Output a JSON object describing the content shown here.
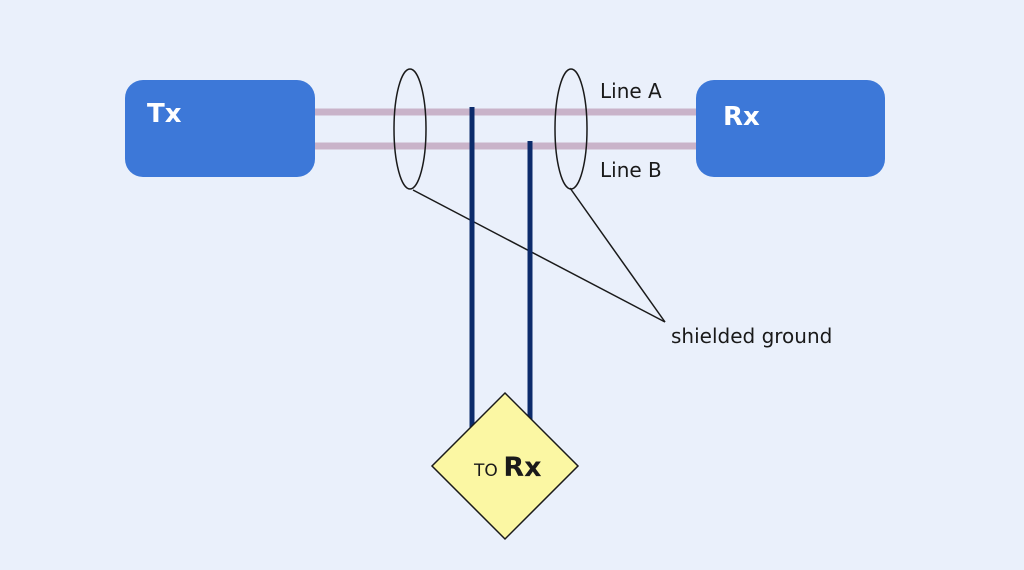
{
  "diagram": {
    "tx_box": {
      "label": "Tx"
    },
    "rx_box": {
      "label": "Rx"
    },
    "line_a": {
      "label": "Line A"
    },
    "line_b": {
      "label": "Line B"
    },
    "shield": {
      "label": "shielded ground"
    },
    "receiver_node": {
      "prefix": "TO",
      "label": "Rx"
    },
    "colors": {
      "background": "#eaf0fb",
      "box_fill": "#3d78d8",
      "line_pair": "#c9b3c9",
      "drop_wire": "#0c2b6b",
      "diamond_fill": "#fbf7a3"
    }
  }
}
